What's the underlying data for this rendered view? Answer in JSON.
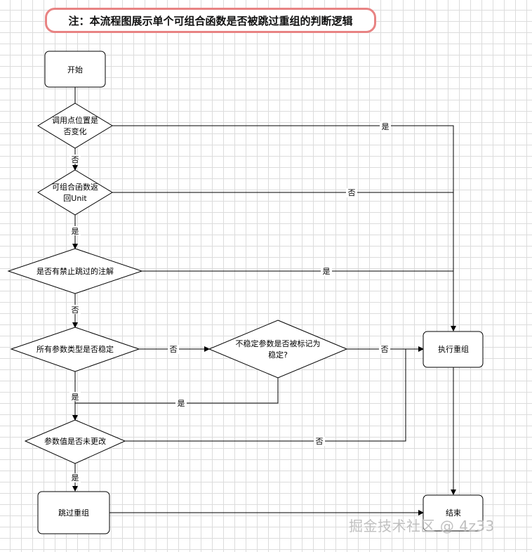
{
  "note": "注：本流程图展示单个可组合函数是否被跳过重组的判断逻辑",
  "nodes": {
    "start": "开始",
    "d1_l1": "调用点位置是",
    "d1_l2": "否变化",
    "d2_l1": "可组合函数返",
    "d2_l2": "回Unit",
    "d3": "是否有禁止跳过的注解",
    "d4": "所有参数类型是否稳定",
    "d5_l1": "不稳定参数是否被标记为",
    "d5_l2": "稳定?",
    "d6": "参数值是否未更改",
    "exec": "执行重组",
    "skip": "跳过重组",
    "end": "结束"
  },
  "edges": {
    "d1_yes": "是",
    "d1_no": "否",
    "d2_no": "否",
    "d2_yes": "是",
    "d3_yes": "是",
    "d3_no": "否",
    "d4_no": "否",
    "d4_yes": "是",
    "d5_no": "否",
    "d5_yes": "是",
    "d6_no": "否",
    "d6_yes": "是"
  },
  "watermark": "掘金技术社区 @ 4z33"
}
